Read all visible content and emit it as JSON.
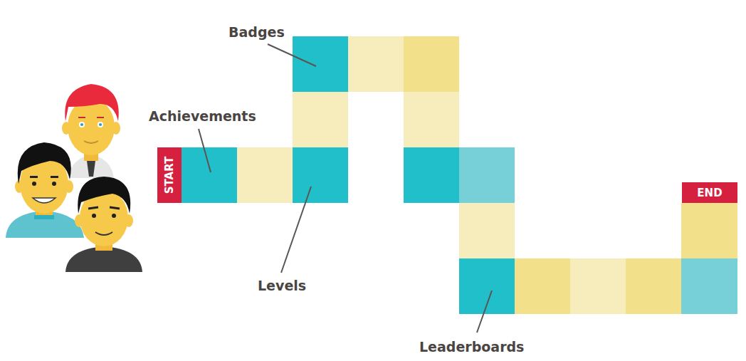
{
  "diagram": {
    "nodes": [
      {
        "text": [
          "START"
        ]
      },
      {
        "text": [
          "END"
        ]
      }
    ],
    "labels": [
      "Badges",
      "Achievements",
      "Levels",
      "Leaderboards"
    ]
  }
}
